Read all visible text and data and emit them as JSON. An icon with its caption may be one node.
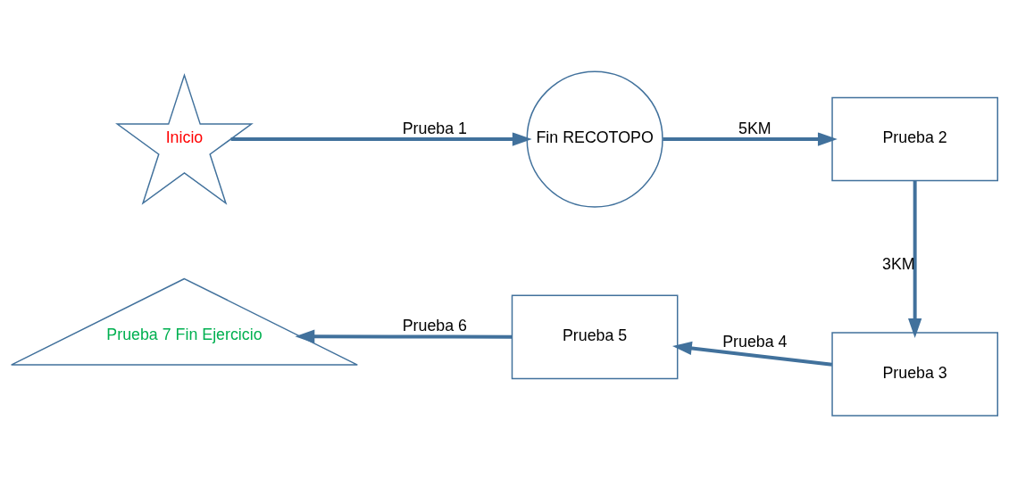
{
  "diagram": {
    "nodes": [
      {
        "text": [
          "Inicio"
        ]
      },
      {
        "text": [
          "Fin RECOTOPO"
        ]
      },
      {
        "text": [
          "Prueba 2"
        ]
      },
      {
        "text": [
          "Prueba 3"
        ]
      },
      {
        "text": [
          "Prueba 5"
        ]
      },
      {
        "text": [
          "Prueba 7 Fin Ejercicio"
        ]
      }
    ],
    "edges": [
      {
        "from": 0,
        "to": 1,
        "arrow": "to",
        "label": "Prueba 1"
      },
      {
        "from": 1,
        "to": 2,
        "arrow": "to",
        "label": "5KM"
      },
      {
        "from": 2,
        "to": 3,
        "arrow": "to",
        "label": "3KM"
      },
      {
        "from": 3,
        "to": 4,
        "arrow": "to",
        "label": "Prueba 4"
      },
      {
        "from": 4,
        "to": 5,
        "arrow": "to",
        "label": "Prueba 6"
      }
    ]
  }
}
